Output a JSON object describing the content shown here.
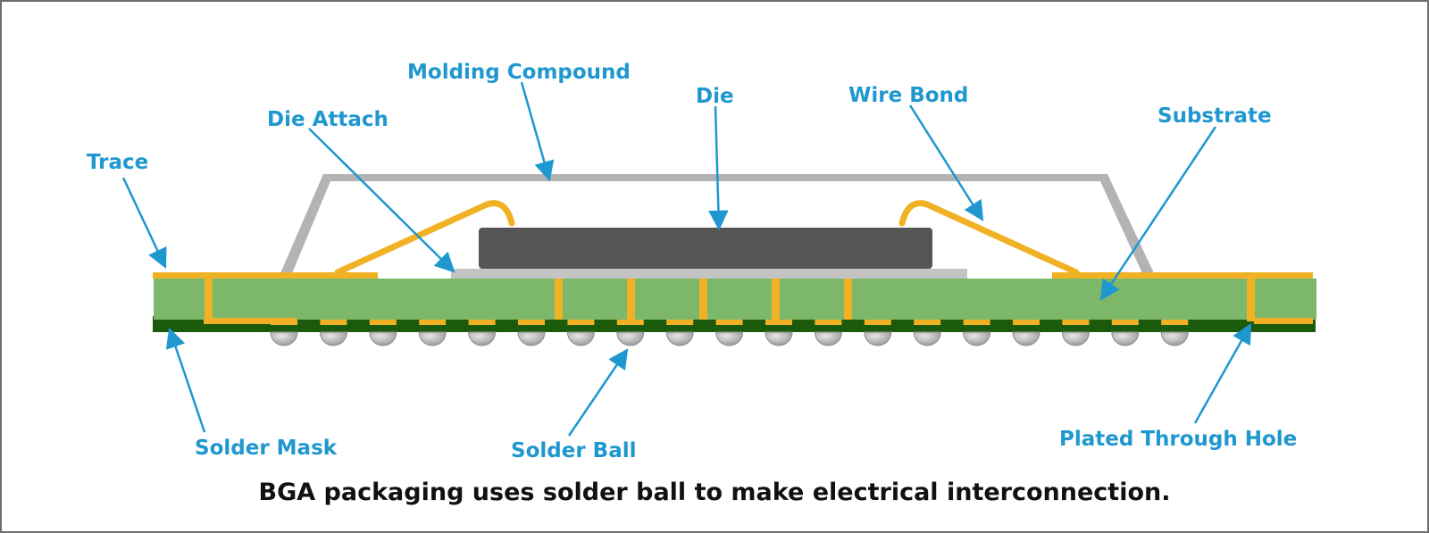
{
  "labels": {
    "trace": "Trace",
    "die_attach": "Die Attach",
    "molding_compound": "Molding Compound",
    "die": "Die",
    "wire_bond": "Wire Bond",
    "substrate": "Substrate",
    "solder_mask": "Solder Mask",
    "solder_ball": "Solder Ball",
    "plated_through_hole": "Plated Through Hole"
  },
  "caption": "BGA packaging uses solder ball to make electrical interconnection.",
  "colors": {
    "callout_text": "#1f97cf",
    "substrate": "#7db86a",
    "solder_mask": "#1b5a0a",
    "trace": "#f0b224",
    "die": "#555555",
    "die_attach": "#c4c4c4",
    "molding_compound": "#b3b3b3",
    "solder_ball": "#c7c7c7"
  }
}
